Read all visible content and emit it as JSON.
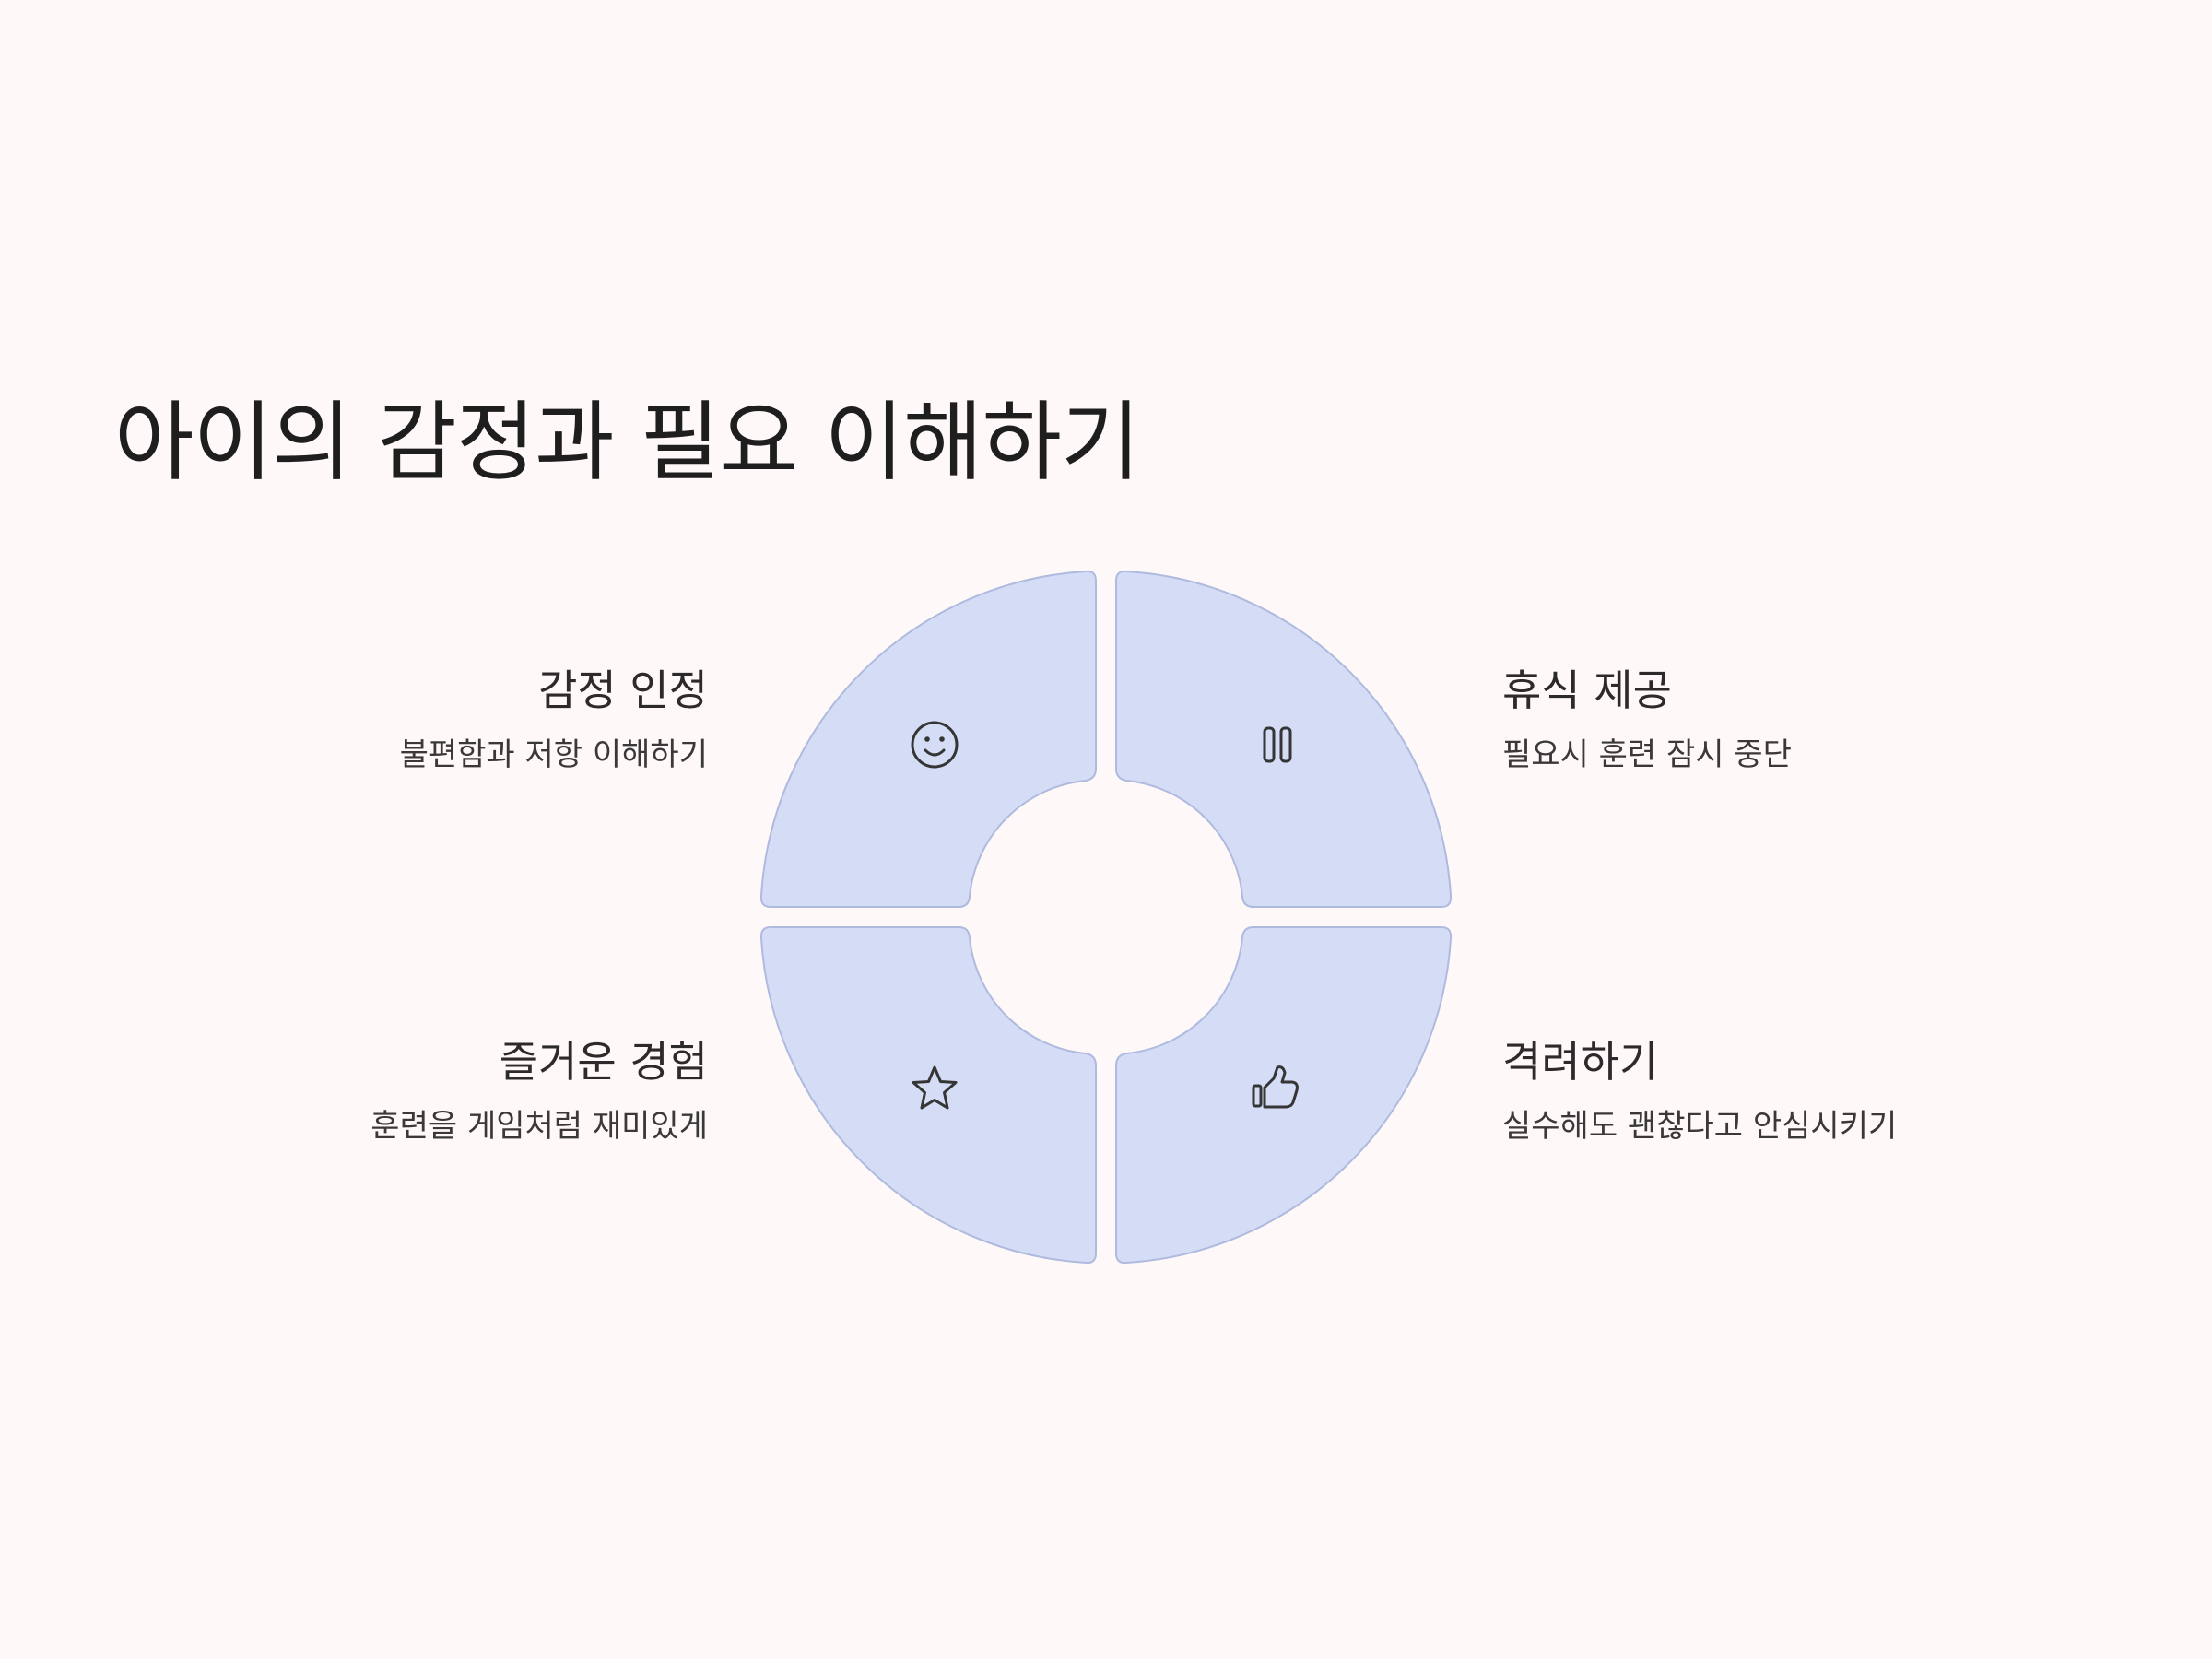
{
  "title": "아이의 감정과 필요 이해하기",
  "colors": {
    "background": "#fef9f8",
    "segment_fill": "#d4ddf5",
    "segment_stroke": "#afbadf",
    "text": "#272525"
  },
  "segments": [
    {
      "id": "top-left",
      "heading": "감정 인정",
      "description": "불편함과 저항 이해하기",
      "icon": "smile-icon"
    },
    {
      "id": "top-right",
      "heading": "휴식 제공",
      "description": "필요시 훈련 잠시 중단",
      "icon": "pause-icon"
    },
    {
      "id": "bottom-left",
      "heading": "즐거운 경험",
      "description": "훈련을 게임처럼 재미있게",
      "icon": "star-icon"
    },
    {
      "id": "bottom-right",
      "heading": "격려하기",
      "description": "실수해도 괜찮다고 안심시키기",
      "icon": "thumbs-up-icon"
    }
  ]
}
